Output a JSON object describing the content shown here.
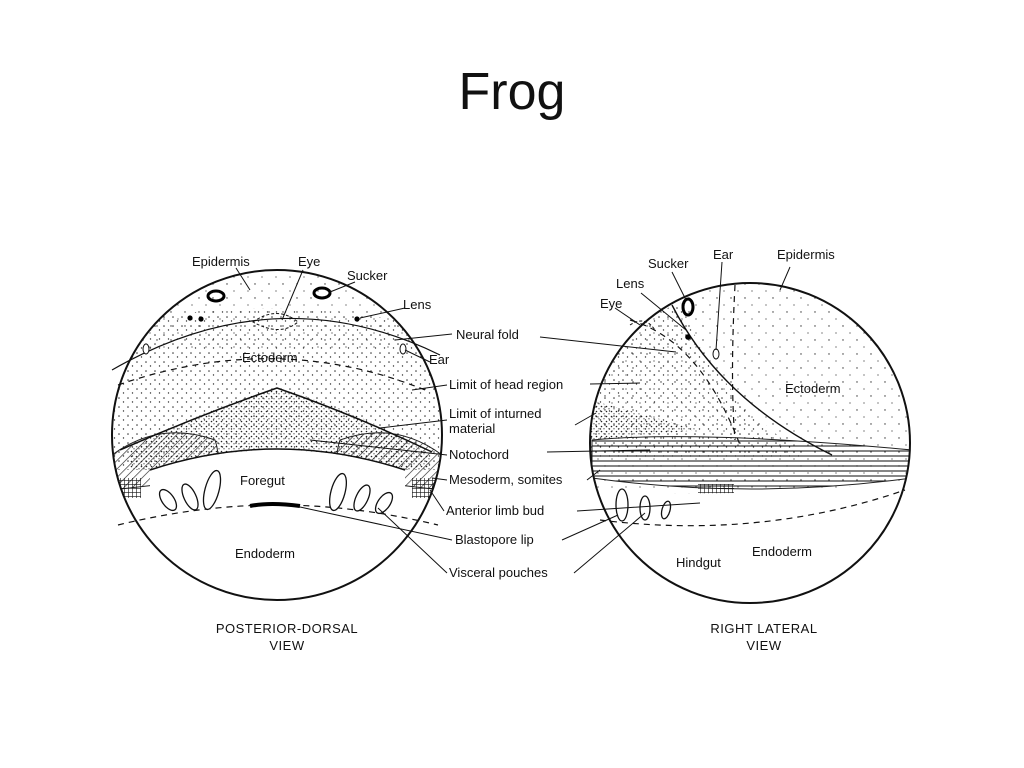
{
  "slide": {
    "title": "Frog"
  },
  "left_view": {
    "caption_line1": "POSTERIOR-DORSAL",
    "caption_line2": "VIEW",
    "labels": {
      "epidermis": "Epidermis",
      "eye": "Eye",
      "sucker": "Sucker",
      "lens": "Lens",
      "ectoderm": "Ectoderm",
      "ear": "Ear",
      "foregut": "Foregut",
      "endoderm": "Endoderm"
    }
  },
  "right_view": {
    "caption_line1": "RIGHT LATERAL",
    "caption_line2": "VIEW",
    "labels": {
      "sucker": "Sucker",
      "ear": "Ear",
      "epidermis": "Epidermis",
      "lens": "Lens",
      "eye": "Eye",
      "ectoderm": "Ectoderm",
      "hindgut": "Hindgut",
      "endoderm": "Endoderm"
    }
  },
  "center_labels": {
    "neural_fold": "Neural fold",
    "limit_head": "Limit of head region",
    "limit_inturned_1": "Limit of inturned",
    "limit_inturned_2": "material",
    "notochord": "Notochord",
    "mesoderm": "Mesoderm, somites",
    "anterior_limb_bud": "Anterior limb bud",
    "blastopore_lip": "Blastopore lip",
    "visceral_pouches": "Visceral pouches"
  }
}
